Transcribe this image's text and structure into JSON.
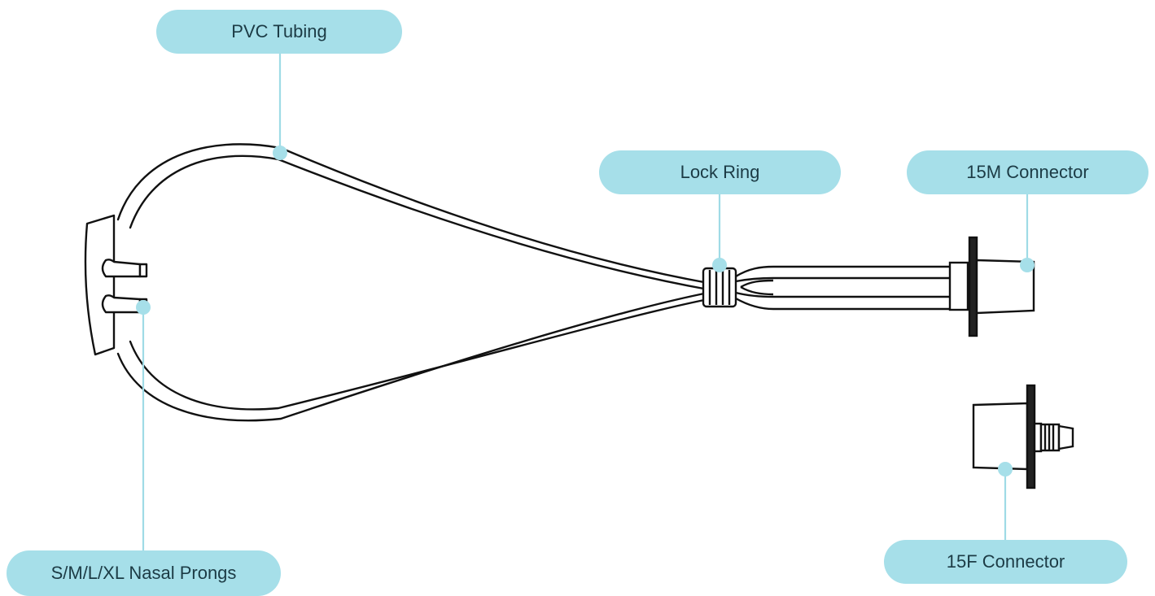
{
  "colors": {
    "accent": "#a6dfe9",
    "leader": "#9fdbe6",
    "label_text": "#1c3b45",
    "outline": "#111111"
  },
  "labels": {
    "pvc_tubing": "PVC Tubing",
    "lock_ring": "Lock Ring",
    "connector_15m": "15M Connector",
    "nasal_prongs": "S/M/L/XL Nasal Prongs",
    "connector_15f": "15F Connector"
  }
}
